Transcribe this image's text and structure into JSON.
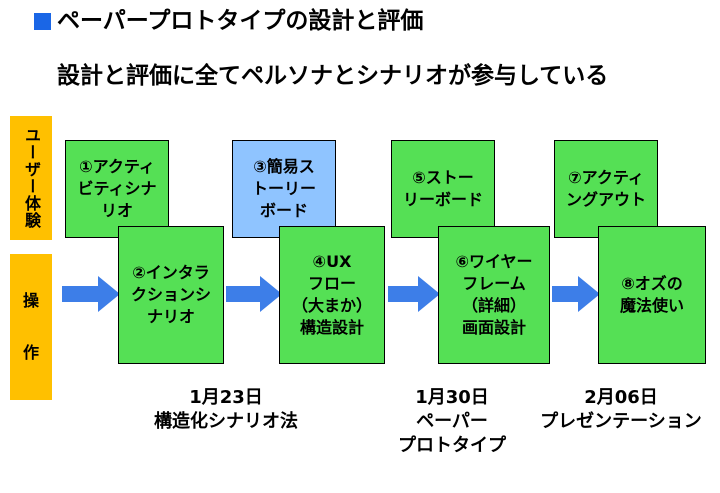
{
  "title": "ペーパープロトタイプの設計と評価",
  "subtitle": "設計と評価に全てペルソナとシナリオが参与している",
  "rows": {
    "ux_label": "ユーザー体験",
    "op_label_1": "操",
    "op_label_2": "作"
  },
  "boxes": {
    "b1": "①アクティ\nビティシナ\nリオ",
    "b2": "②インタラ\nクションシ\nナリオ",
    "b3": "③簡易ス\nトーリー\nボード",
    "b4": "④UX\nフロー\n（大まか）\n構造設計",
    "b5": "⑤ストー\nリーボード",
    "b6": "⑥ワイヤー\nフレーム\n（詳細）\n画面設計",
    "b7": "⑦アクティ\nングアウト",
    "b8": "⑧オズの\n魔法使い"
  },
  "dates": {
    "d1": "1月23日\n構造化シナリオ法",
    "d2": "1月30日\nペーパー\nプロトタイプ",
    "d3": "2月06日\nプレゼンテーション"
  },
  "colors": {
    "accent_blue": "#1a66e6",
    "box_green": "#55e055",
    "box_blue": "#8fc4ff",
    "sidebar_orange": "#ffc000",
    "arrow_blue": "#3d7ee8"
  }
}
